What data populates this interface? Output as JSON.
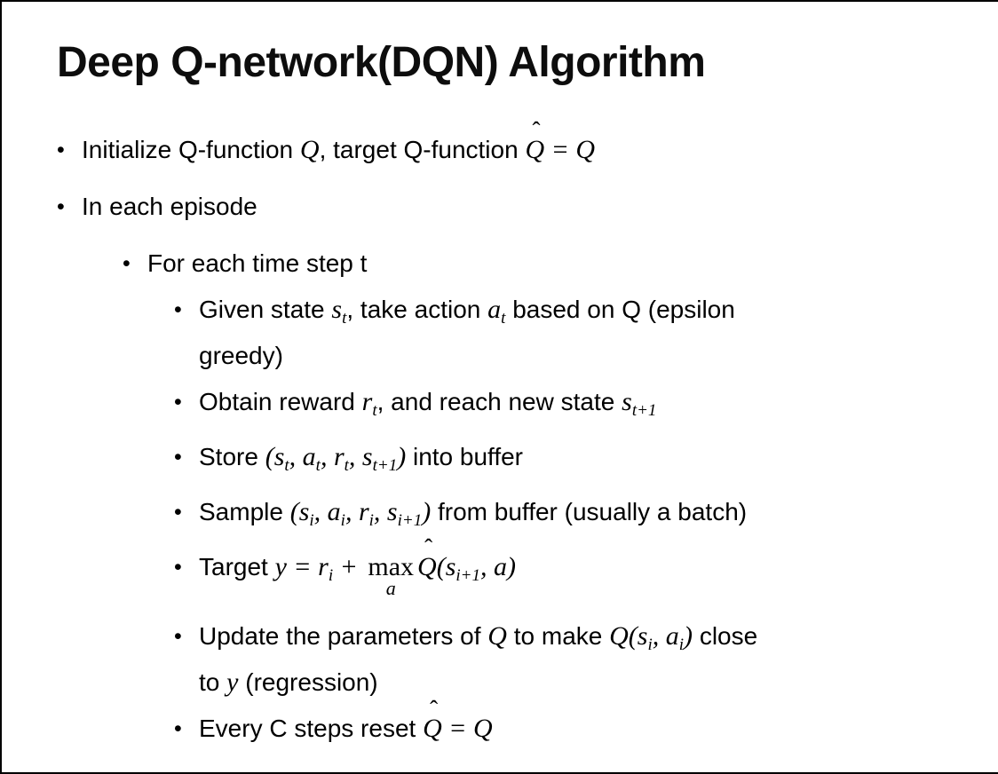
{
  "slide": {
    "title": "Deep Q-network(DQN) Algorithm",
    "bullet_glyph": "•",
    "hat_glyph": "ˆ",
    "text_color": "#000000",
    "background_color": "#ffffff",
    "border_color": "#000000"
  },
  "bullets": [
    {
      "level": 1,
      "segments": [
        {
          "s": "p",
          "t": "Initialize Q-function "
        },
        {
          "s": "m",
          "t": "Q"
        },
        {
          "s": "p",
          "t": ", target Q-function "
        },
        {
          "s": "hat",
          "t": "Q"
        },
        {
          "s": "m",
          "t": " = Q"
        }
      ]
    },
    {
      "level": 1,
      "segments": [
        {
          "s": "p",
          "t": "In each episode"
        }
      ]
    },
    {
      "level": 2,
      "segments": [
        {
          "s": "p",
          "t": "For each time step t"
        }
      ]
    },
    {
      "level": 3,
      "segments": [
        {
          "s": "p",
          "t": "Given state "
        },
        {
          "s": "m",
          "t": "s"
        },
        {
          "s": "sub",
          "t": "t"
        },
        {
          "s": "p",
          "t": ", take action "
        },
        {
          "s": "m",
          "t": "a"
        },
        {
          "s": "sub",
          "t": "t"
        },
        {
          "s": "p",
          "t": " based on Q (epsilon"
        },
        {
          "s": "br"
        },
        {
          "s": "p",
          "t": "greedy)"
        }
      ]
    },
    {
      "level": 3,
      "segments": [
        {
          "s": "p",
          "t": "Obtain reward "
        },
        {
          "s": "m",
          "t": "r"
        },
        {
          "s": "sub",
          "t": "t"
        },
        {
          "s": "p",
          "t": ", and reach new state "
        },
        {
          "s": "m",
          "t": "s"
        },
        {
          "s": "sub",
          "t": "t+1"
        }
      ]
    },
    {
      "level": 3,
      "segments": [
        {
          "s": "p",
          "t": "Store "
        },
        {
          "s": "m",
          "t": "(s"
        },
        {
          "s": "sub",
          "t": "t"
        },
        {
          "s": "m",
          "t": ", a"
        },
        {
          "s": "sub",
          "t": "t"
        },
        {
          "s": "m",
          "t": ", r"
        },
        {
          "s": "sub",
          "t": "t"
        },
        {
          "s": "m",
          "t": ", s"
        },
        {
          "s": "sub",
          "t": "t+1"
        },
        {
          "s": "m",
          "t": ")"
        },
        {
          "s": "p",
          "t": " into buffer"
        }
      ]
    },
    {
      "level": 3,
      "segments": [
        {
          "s": "p",
          "t": "Sample "
        },
        {
          "s": "m",
          "t": "(s"
        },
        {
          "s": "sub",
          "t": "i"
        },
        {
          "s": "m",
          "t": ", a"
        },
        {
          "s": "sub",
          "t": "i"
        },
        {
          "s": "m",
          "t": ", r"
        },
        {
          "s": "sub",
          "t": "i"
        },
        {
          "s": "m",
          "t": ", s"
        },
        {
          "s": "sub",
          "t": "i+1"
        },
        {
          "s": "m",
          "t": ")"
        },
        {
          "s": "p",
          "t": " from buffer (usually a batch)"
        }
      ]
    },
    {
      "level": 3,
      "segments": [
        {
          "s": "p",
          "t": "Target "
        },
        {
          "s": "m",
          "t": "y = r"
        },
        {
          "s": "sub",
          "t": "i"
        },
        {
          "s": "m",
          "t": " + "
        },
        {
          "s": "underop",
          "t": "max",
          "under": "a"
        },
        {
          "s": "hat",
          "t": "Q"
        },
        {
          "s": "m",
          "t": "(s"
        },
        {
          "s": "sub",
          "t": "i+1"
        },
        {
          "s": "m",
          "t": ", a)"
        }
      ]
    },
    {
      "level": 3,
      "segments": [
        {
          "s": "p",
          "t": "Update the parameters of "
        },
        {
          "s": "m",
          "t": "Q"
        },
        {
          "s": "p",
          "t": " to make "
        },
        {
          "s": "m",
          "t": "Q(s"
        },
        {
          "s": "sub",
          "t": "i"
        },
        {
          "s": "m",
          "t": ", a"
        },
        {
          "s": "sub",
          "t": "i"
        },
        {
          "s": "m",
          "t": ")"
        },
        {
          "s": "p",
          "t": " close"
        },
        {
          "s": "br"
        },
        {
          "s": "p",
          "t": "to "
        },
        {
          "s": "m",
          "t": "y"
        },
        {
          "s": "p",
          "t": " (regression)"
        }
      ]
    },
    {
      "level": 3,
      "segments": [
        {
          "s": "p",
          "t": "Every C steps reset "
        },
        {
          "s": "hat",
          "t": "Q"
        },
        {
          "s": "m",
          "t": " = Q"
        }
      ]
    }
  ]
}
